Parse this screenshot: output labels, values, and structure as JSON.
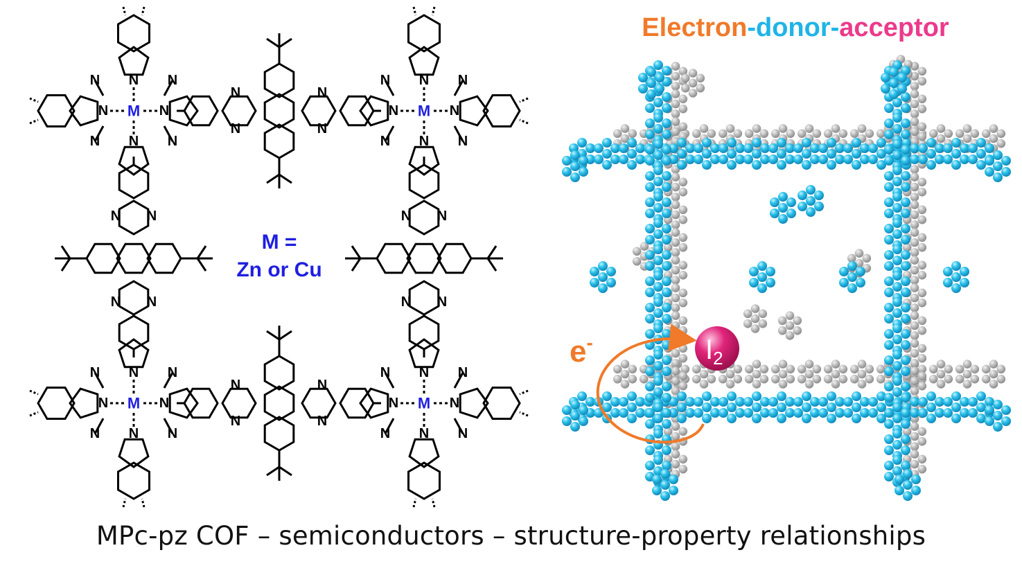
{
  "structure": {
    "metal_symbol": "M",
    "metal_definition_line1": "M =",
    "metal_definition_line2": "Zn or Cu",
    "nitrogen_symbol": "N"
  },
  "model": {
    "title_part1": "Electron",
    "title_part2": "-donor-",
    "title_part3": "acceptor",
    "electron_label": "e",
    "electron_charge": "-",
    "guest_label": "I",
    "guest_subscript": "2"
  },
  "caption": "MPc-pz COF – semiconductors – structure-property relationships",
  "colors": {
    "metal": "#1f1fe0",
    "electron_orange": "#f07a2a",
    "donor_blue": "#1fb4e6",
    "acceptor_pink": "#ec3a8c",
    "framework_cyan": "#2cc3ec",
    "framework_grey": "#b5b5b5",
    "iodine_magenta": "#e0247a"
  }
}
